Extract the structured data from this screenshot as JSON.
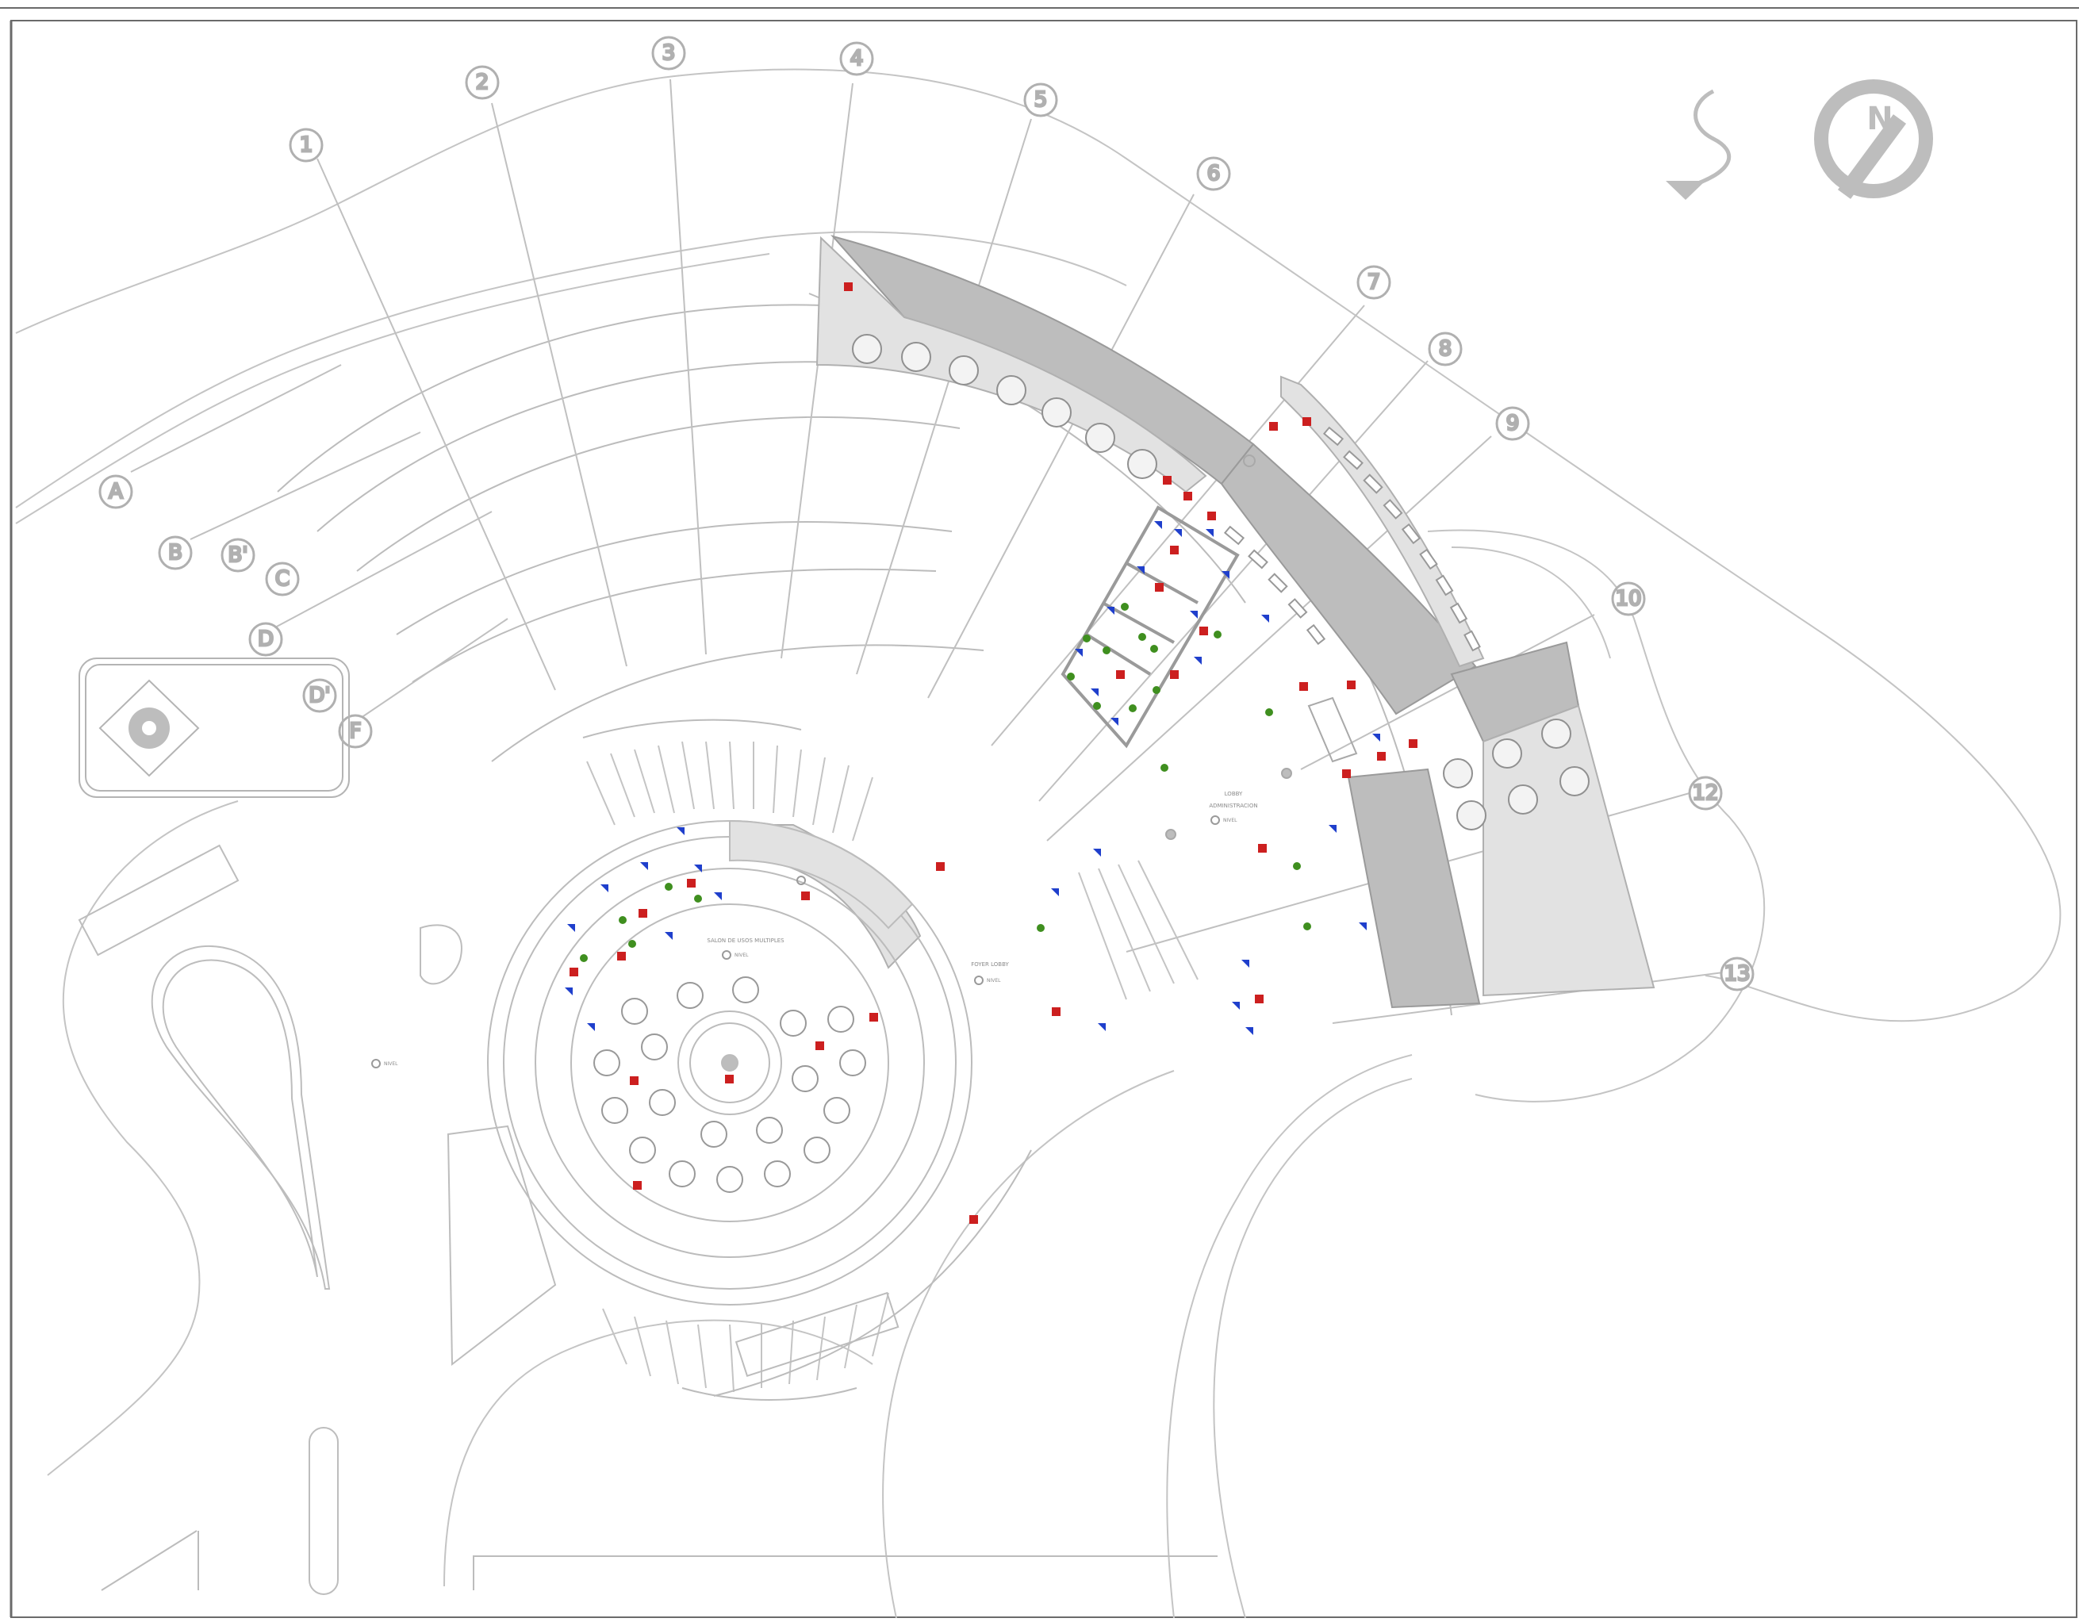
{
  "grid_axes_numbered": [
    "1",
    "2",
    "3",
    "4",
    "5",
    "6",
    "7",
    "8",
    "9",
    "10",
    "12",
    "13"
  ],
  "grid_axes_lettered": [
    "A",
    "B",
    "B'",
    "C",
    "D",
    "D'",
    "F"
  ],
  "compass_letter": "N",
  "rooms": {
    "salon": "SALON DE USOS MULTIPLES",
    "foyer": "FOYER LOBBY",
    "lobby_admin_1": "LOBBY",
    "lobby_admin_2": "ADMINISTRACION"
  },
  "level_marker_text": "NIVEL",
  "colors": {
    "line": "#b4b4b4",
    "fill_gray": "#bdbdbd",
    "red_symbol": "#cc1f1f",
    "blue_symbol": "#1f3fcc",
    "green_symbol": "#3f8f1f"
  },
  "icons": [
    "north-arrow-icon",
    "compass-n-icon",
    "extinguisher-icon",
    "exit-sign-icon",
    "first-aid-icon",
    "umbrella-icon",
    "table-icon"
  ]
}
